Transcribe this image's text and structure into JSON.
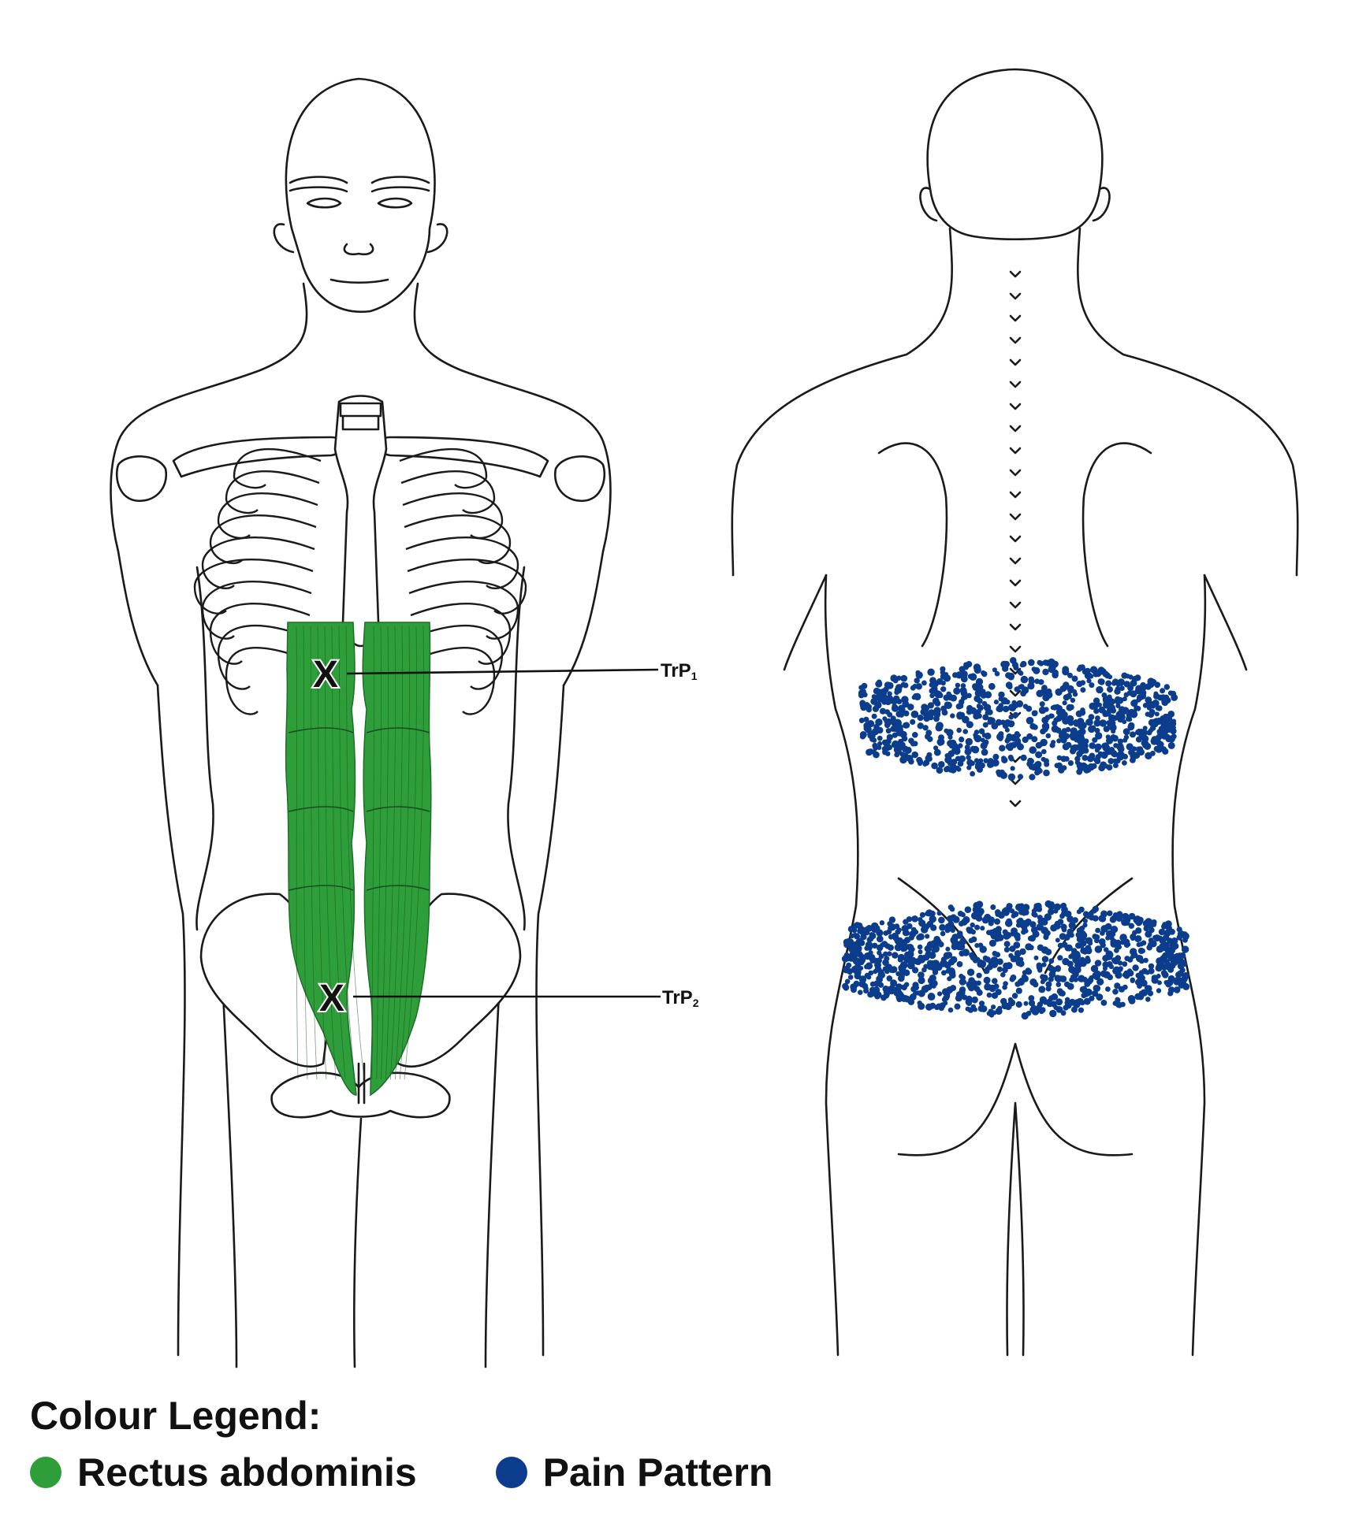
{
  "colors": {
    "muscle": "#2e9e3a",
    "pain": "#0b3d8c",
    "outline": "#1a1a1a"
  },
  "views": [
    "front-view",
    "back-view"
  ],
  "callouts": [
    {
      "id": "trp1",
      "label": "TrP",
      "subscript": "1"
    },
    {
      "id": "trp2",
      "label": "TrP",
      "subscript": "2"
    }
  ],
  "legend": {
    "title": "Colour Legend:",
    "items": [
      {
        "label": "Rectus abdominis",
        "color": "#2e9e3a"
      },
      {
        "label": "Pain Pattern",
        "color": "#0b3d8c"
      }
    ]
  }
}
